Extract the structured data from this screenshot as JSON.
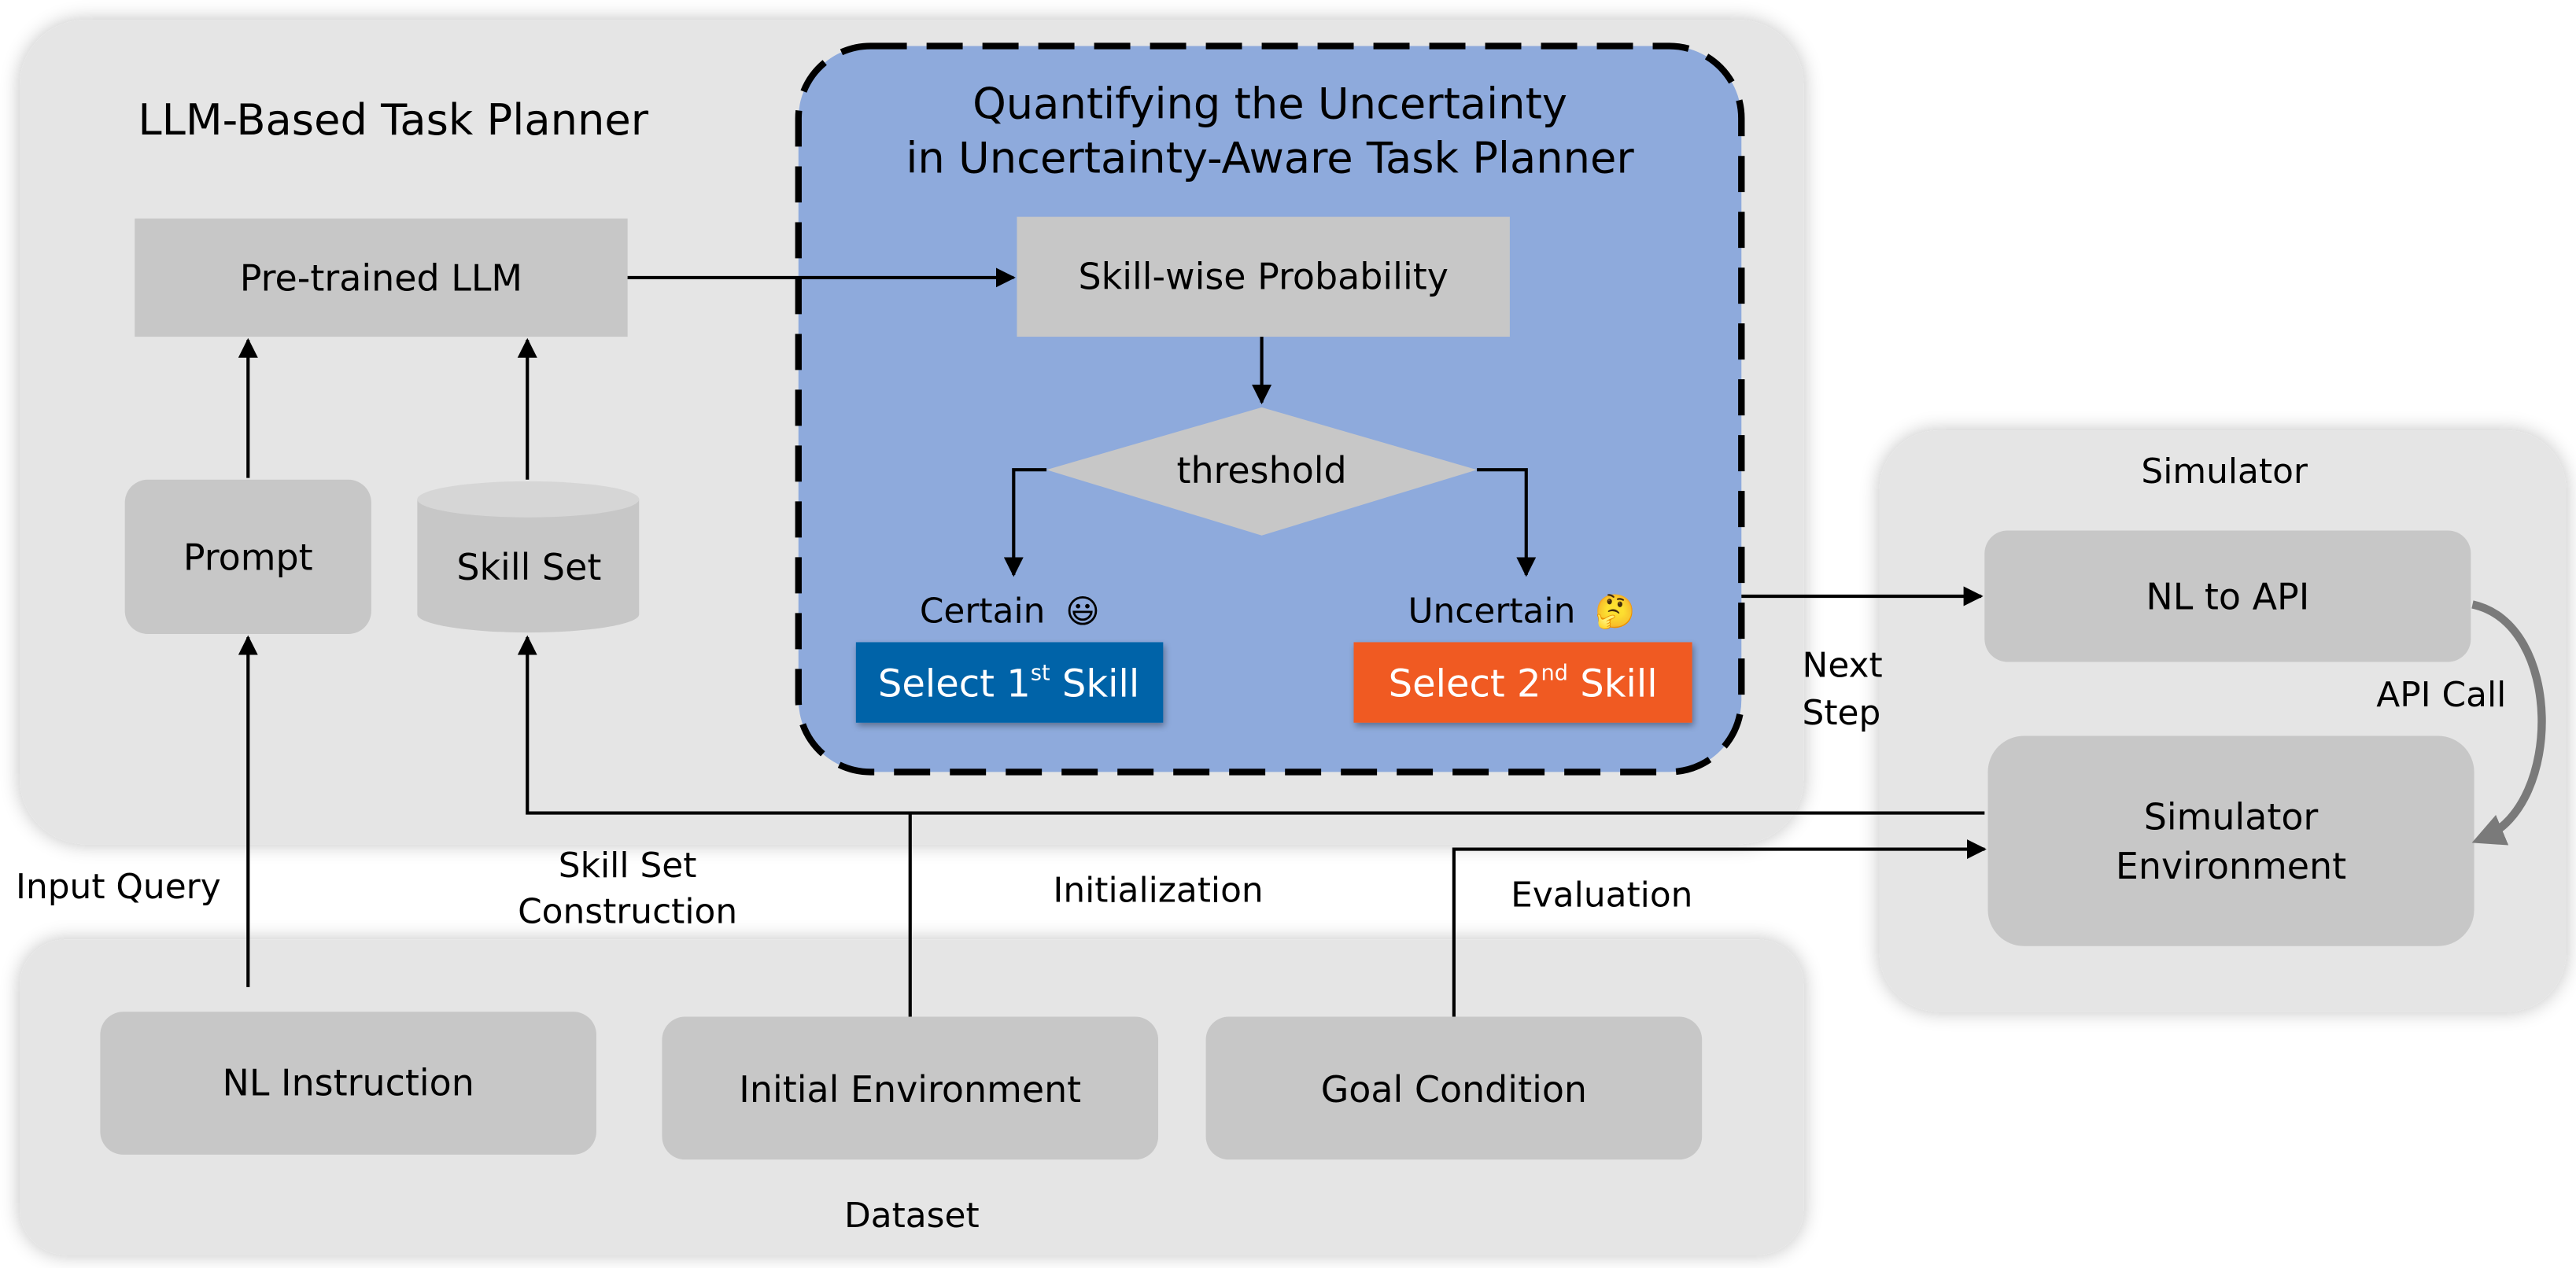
{
  "panels": {
    "planner_title": "LLM-Based Task Planner",
    "uncertainty_title_line1": "Quantifying the Uncertainty",
    "uncertainty_title_line2": "in Uncertainty-Aware Task Planner",
    "simulator_title": "Simulator",
    "dataset_title": "Dataset"
  },
  "nodes": {
    "pretrained_llm": "Pre-trained LLM",
    "prompt": "Prompt",
    "skill_set": "Skill Set",
    "skill_prob": "Skill-wise Probability",
    "threshold": "threshold",
    "certain": "Certain",
    "certain_emoji": "😃",
    "uncertain": "Uncertain",
    "uncertain_emoji": "🤔",
    "select_first": {
      "prefix": "Select 1",
      "sup": "st",
      "suffix": " Skill"
    },
    "select_second": {
      "prefix": "Select 2",
      "sup": "nd",
      "suffix": " Skill"
    },
    "nl_to_api": "NL to API",
    "sim_env_line1": "Simulator",
    "sim_env_line2": "Environment",
    "nl_instruction": "NL Instruction",
    "initial_env": "Initial Environment",
    "goal_condition": "Goal Condition"
  },
  "edge_labels": {
    "input_query": "Input Query",
    "skill_set_construction_line1": "Skill Set",
    "skill_set_construction_line2": "Construction",
    "initialization": "Initialization",
    "evaluation": "Evaluation",
    "next_step_line1": "Next",
    "next_step_line2": "Step",
    "api_call": "API Call"
  },
  "colors": {
    "panel_bg": "#e5e5e5",
    "node_bg": "#c7c7c7",
    "uncertainty_bg": "#8eaadc",
    "select_first_bg": "#0064a8",
    "select_second_bg": "#f05a24"
  }
}
